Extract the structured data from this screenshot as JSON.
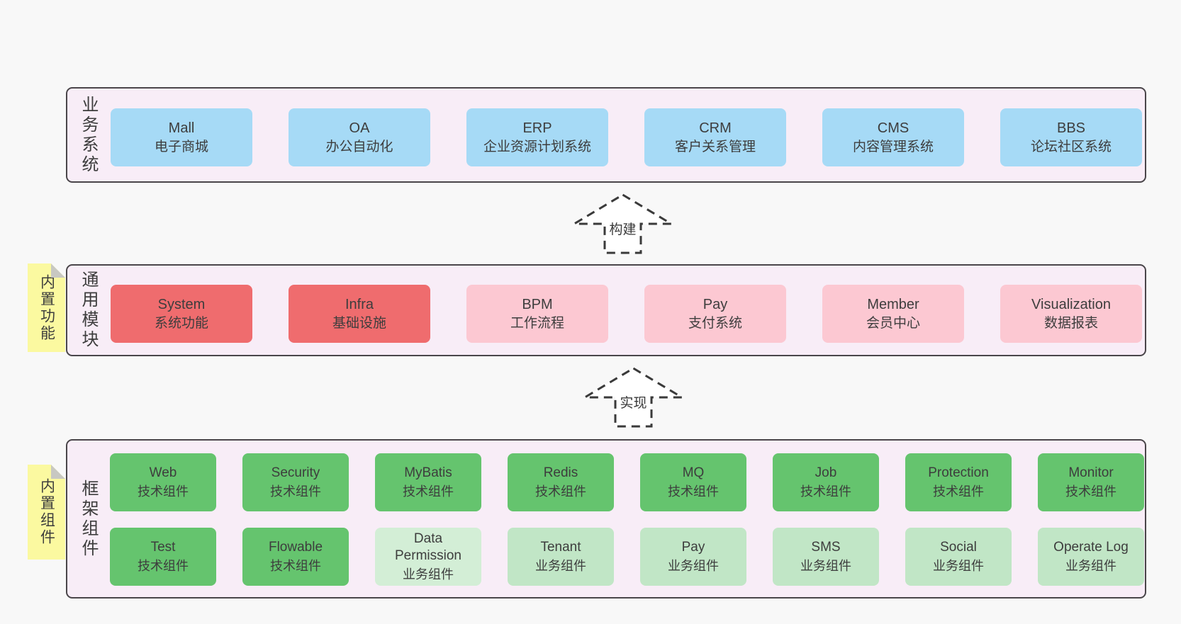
{
  "palette": {
    "page_background": "#f8f8f8",
    "panel_fill": "#f8edf7",
    "panel_border": "#4a464a",
    "blue_box": "#a6daf6",
    "red_box": "#ef6c6e",
    "pink_box": "#fcc8d2",
    "green_box": "#65c46e",
    "light_green_box": "#c1e6c6",
    "lighter_green_box": "#d3eed6",
    "sticky_yellow": "#fbf9a0",
    "sticky_fold_gray": "#c8c8c2",
    "text": "#3d3d3d",
    "arrow_stroke": "#3a3a3a",
    "arrow_fill": "#ffffff"
  },
  "diagram": {
    "arrows": [
      {
        "label": "构建"
      },
      {
        "label": "实现"
      }
    ],
    "sections": [
      {
        "label": "业务系统",
        "boxes": [
          {
            "title": "Mall",
            "subtitle": "电子商城",
            "color": "#a6daf6"
          },
          {
            "title": "OA",
            "subtitle": "办公自动化",
            "color": "#a6daf6"
          },
          {
            "title": "ERP",
            "subtitle": "企业资源计划系统",
            "color": "#a6daf6"
          },
          {
            "title": "CRM",
            "subtitle": "客户关系管理",
            "color": "#a6daf6"
          },
          {
            "title": "CMS",
            "subtitle": "内容管理系统",
            "color": "#a6daf6"
          },
          {
            "title": "BBS",
            "subtitle": "论坛社区系统",
            "color": "#a6daf6"
          }
        ]
      },
      {
        "label": "通用模块",
        "sticky_label": "内置功能",
        "boxes": [
          {
            "title": "System",
            "subtitle": "系统功能",
            "color": "#ef6c6e"
          },
          {
            "title": "Infra",
            "subtitle": "基础设施",
            "color": "#ef6c6e"
          },
          {
            "title": "BPM",
            "subtitle": "工作流程",
            "color": "#fcc8d2"
          },
          {
            "title": "Pay",
            "subtitle": "支付系统",
            "color": "#fcc8d2"
          },
          {
            "title": "Member",
            "subtitle": "会员中心",
            "color": "#fcc8d2"
          },
          {
            "title": "Visualization",
            "subtitle": "数据报表",
            "color": "#fcc8d2"
          }
        ]
      },
      {
        "label": "框架组件",
        "sticky_label": "内置组件",
        "rows": [
          [
            {
              "title": "Web",
              "subtitle": "技术组件",
              "color": "#65c46e"
            },
            {
              "title": "Security",
              "subtitle": "技术组件",
              "color": "#65c46e"
            },
            {
              "title": "MyBatis",
              "subtitle": "技术组件",
              "color": "#65c46e"
            },
            {
              "title": "Redis",
              "subtitle": "技术组件",
              "color": "#65c46e"
            },
            {
              "title": "MQ",
              "subtitle": "技术组件",
              "color": "#65c46e"
            },
            {
              "title": "Job",
              "subtitle": "技术组件",
              "color": "#65c46e"
            },
            {
              "title": "Protection",
              "subtitle": "技术组件",
              "color": "#65c46e"
            },
            {
              "title": "Monitor",
              "subtitle": "技术组件",
              "color": "#65c46e"
            }
          ],
          [
            {
              "title": "Test",
              "subtitle": "技术组件",
              "color": "#65c46e"
            },
            {
              "title": "Flowable",
              "subtitle": "技术组件",
              "color": "#65c46e"
            },
            {
              "title": "Data\nPermission",
              "subtitle": "业务组件",
              "color": "#d3eed6"
            },
            {
              "title": "Tenant",
              "subtitle": "业务组件",
              "color": "#c1e6c6"
            },
            {
              "title": "Pay",
              "subtitle": "业务组件",
              "color": "#c1e6c6"
            },
            {
              "title": "SMS",
              "subtitle": "业务组件",
              "color": "#c1e6c6"
            },
            {
              "title": "Social",
              "subtitle": "业务组件",
              "color": "#c1e6c6"
            },
            {
              "title": "Operate Log",
              "subtitle": "业务组件",
              "color": "#c1e6c6"
            }
          ]
        ]
      }
    ]
  }
}
